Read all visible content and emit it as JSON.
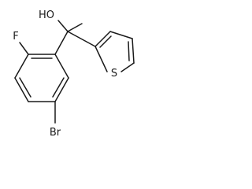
{
  "molecule": {
    "atom_labels": {
      "hydroxyl": "HO",
      "fluorine": "F",
      "sulfur": "S",
      "bromine": "Br"
    },
    "ink_color": "#1a1a1a",
    "background_color": "#ffffff"
  }
}
